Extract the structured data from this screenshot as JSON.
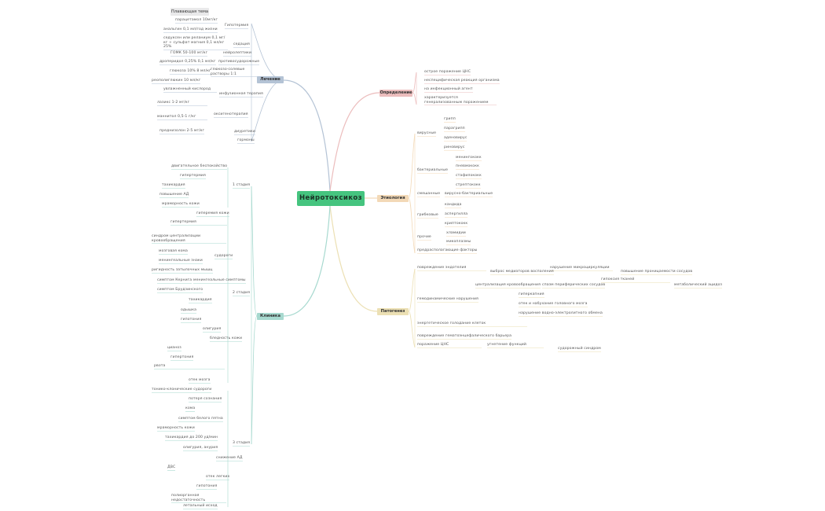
{
  "floating_topic": "Плавающая тема",
  "central_topic": "Нейротоксикоз",
  "branches": {
    "treatment": {
      "label": "Лечение",
      "color": "#b4c3d5",
      "items": {
        "antipyretic": "Гипотермия",
        "antipyretic_1": "парацетамол 10мг/кг",
        "antipyretic_2": "анальгин 0,1 мл/год жизни",
        "sedation": "седация",
        "sedation_1": "седуксен или реланиум 0,1 мг/кг + сульфат магния 0,1 мл/кг 25%",
        "anticonvulsant": "противосудорожные",
        "anticonvulsant_1": "ГОМК 50-100 мг/кг",
        "neuroleptic": "нейролептики",
        "neuroleptic_1": "дроперидол 0,25% 0,1 мл/кг",
        "infusion": "инфузионная терапия",
        "infusion_1": "глюкоза 10% 8 мл/кг",
        "infusion_2": "глюкозо-солевые растворы 1:1",
        "infusion_3": "реополиглюкин 10 мл/кг",
        "oxygen": "оксигенотерапия",
        "oxygen_1": "увлажненный кислород",
        "diuretic": "диуретики",
        "diuretic_1": "лазикс 1-2 мг/кг",
        "diuretic_2": "маннитол 0,5-1 г/кг",
        "hormones": "гормоны",
        "hormones_1": "преднизолон 2-5 мг/кг"
      }
    },
    "definition": {
      "label": "Определение",
      "color": "#ecbdbd",
      "items": {
        "d1": "острое поражение ЦНС",
        "d2": "неспецифическая реакция организма",
        "d3": "на инфекционный агент",
        "d4": "характеризуется генерализованным поражением"
      }
    },
    "etiology": {
      "label": "Этиология",
      "color": "#f3d9b7",
      "items": {
        "viruses": "вирусные",
        "v1": "грипп",
        "v2": "парагрипп",
        "v3": "аденовирус",
        "v4": "риновирус",
        "bacterial": "бактериальные",
        "b1": "менингококк",
        "b2": "пневмококк",
        "b3": "стафилококк",
        "b4": "стрептококк",
        "mixed": "смешанные",
        "mixed_1": "вирусно-бактериальные",
        "fungal": "грибковые",
        "f1": "кандида",
        "f2": "аспергилла",
        "f3": "криптококк",
        "other": "прочие",
        "o1": "хламидии",
        "o2": "микоплазмы",
        "predisposing": "предрасполагающие факторы"
      }
    },
    "pathogenesis": {
      "label": "Патогенез",
      "color": "#ece0b4",
      "items": {
        "p1": "повреждение эндотелия",
        "p1_a": "выброс медиаторов воспаления",
        "p1_b": "нарушение микроциркуляции",
        "p1_c": "повышение проницаемости сосудов",
        "p2": "гемодинамические нарушения",
        "p2_a": "централизация кровообращения",
        "p2_b": "спазм периферических сосудов",
        "p2_c": "гипоксия тканей",
        "p2_d": "метаболический ацидоз",
        "p2_e": "гиперкапния",
        "p2_f": "отек и набухание головного мозга",
        "p3": "нарушение водно-электролитного обмена",
        "p4": "энергетическое голодание клеток",
        "p5": "повреждение гематоэнцефалического барьера",
        "p5_a": "поражение ЦНС",
        "p5_b": "угнетение функций",
        "p5_c": "судорожный синдром"
      }
    },
    "clinic": {
      "label": "Клиника",
      "color": "#a7d9cf",
      "items": {
        "s1": "1 стадия",
        "s1_1": "двигательное беспокойство",
        "s1_2": "гипертермия",
        "s1_3": "тахикардия",
        "s1_4": "повышение АД",
        "s1_5": "мраморность кожи",
        "s2": "2 стадия",
        "s2_1": "гиперемия кожи",
        "s2_2": "гипертермия",
        "s2_3": "синдром централизации кровообращения",
        "s2_4": "судороги",
        "s2_5": "мозговая кома",
        "s2_5a": "менингеальные знаки",
        "s2_5b": "ригидность затылочных мышц",
        "s2_6": "менингеальные симптомы",
        "s2_6a": "симптом Кернига",
        "s2_6b": "симптом Брудзинского",
        "s2_7": "тахикардия",
        "s2_8": "одышка",
        "s2_9": "гипотония",
        "s2_10": "олигурия",
        "s2_11": "бледность кожи",
        "s2_12": "цианоз",
        "s2_13": "гипертония",
        "s2_14": "рвота",
        "s2_15": "отек мозга",
        "s3": "3 стадия",
        "s3_1": "тонико-клонические судороги",
        "s3_2": "потеря сознания",
        "s3_3": "кома",
        "s3_4": "симптом белого пятна",
        "s3_5": "мраморность кожи",
        "s3_6": "тахикардия до 200 уд/мин",
        "s3_7": "олигурия, анурия",
        "s3_8": "снижение АД",
        "s3_9": "ДВС",
        "s3_10": "отек легких",
        "s3_11": "гипотония",
        "s3_12": "полиорганная недостаточность",
        "s3_13": "летальный исход"
      }
    }
  }
}
